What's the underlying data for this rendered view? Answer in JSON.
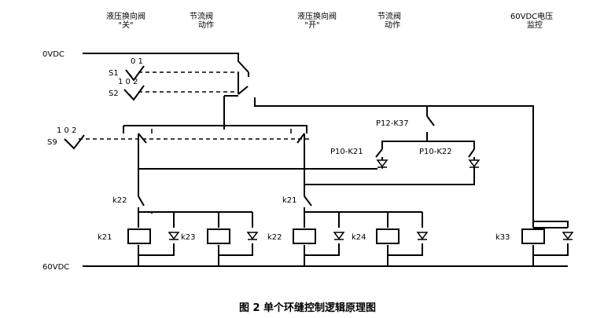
{
  "headers": {
    "h1_line1": "液压换向阀",
    "h1_line2": "\"关\"",
    "h2_line1": "节流阀",
    "h2_line2": "动作",
    "h3_line1": "液压换向阀",
    "h3_line2": "\"开\"",
    "h4_line1": "节流阀",
    "h4_line2": "动作",
    "h5_line1": "60VDC电压",
    "h5_line2": "监控"
  },
  "rails": {
    "top": "0VDC",
    "bottom": "60VDC"
  },
  "switches": {
    "s1": "S1",
    "s1_pos": "0  1",
    "s2": "S2",
    "s2_pos": "1  0  2",
    "s9": "S9",
    "s9_pos": "1  0  2"
  },
  "contacts": {
    "p12": "P12-K37",
    "p10a": "P10-K21",
    "p10b": "P10-K22",
    "k22_top": "k22",
    "k21_top": "k21"
  },
  "coils": {
    "c1": "k21",
    "c2": "k23",
    "c3": "k22",
    "c4": "k24",
    "c5": "k33"
  },
  "caption": "图 2    单个环缝控制逻辑原理图"
}
